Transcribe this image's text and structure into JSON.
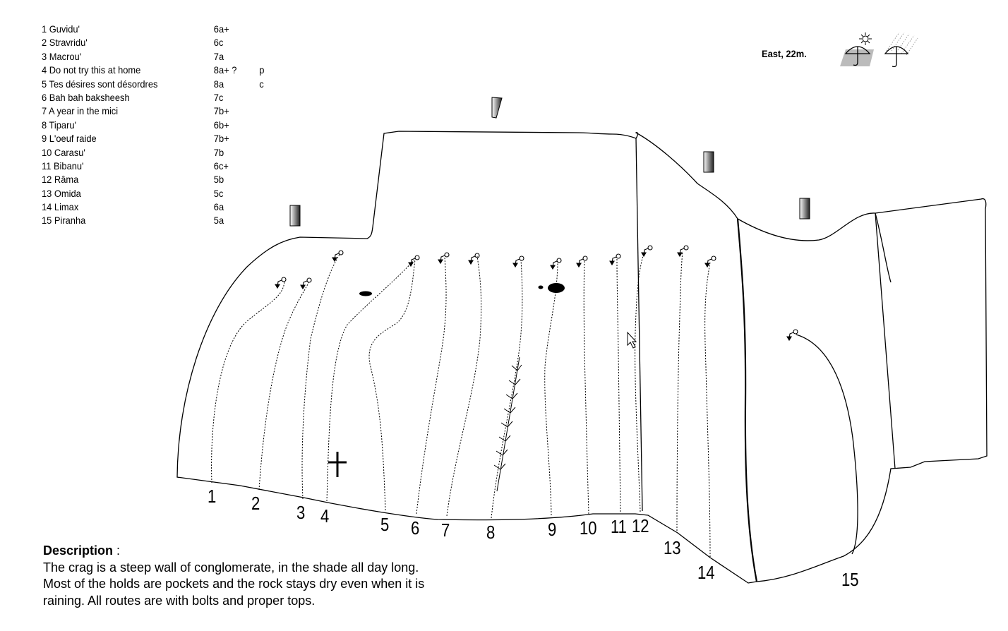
{
  "routes": [
    {
      "num": "1",
      "name": "Guvidu'",
      "grade": "6a+",
      "note": ""
    },
    {
      "num": "2",
      "name": "Stravridu'",
      "grade": "6c",
      "note": ""
    },
    {
      "num": "3",
      "name": "Macrou'",
      "grade": "7a",
      "note": ""
    },
    {
      "num": "4",
      "name": "Do not try this at home",
      "grade": "8a+ ?",
      "note": "p"
    },
    {
      "num": "5",
      "name": "Tes désires sont désordres",
      "grade": "8a",
      "note": "c"
    },
    {
      "num": "6",
      "name": "Bah bah baksheesh",
      "grade": "7c",
      "note": ""
    },
    {
      "num": "7",
      "name": "A year in the mici",
      "grade": "7b+",
      "note": ""
    },
    {
      "num": "8",
      "name": "Tiparu'",
      "grade": "6b+",
      "note": ""
    },
    {
      "num": "9",
      "name": "L'oeuf raide",
      "grade": "7b+",
      "note": ""
    },
    {
      "num": "10",
      "name": "Carasu'",
      "grade": "7b",
      "note": ""
    },
    {
      "num": "11",
      "name": "Bibanu'",
      "grade": "6c+",
      "note": ""
    },
    {
      "num": "12",
      "name": "Râma",
      "grade": "5b",
      "note": ""
    },
    {
      "num": "13",
      "name": "Omida",
      "grade": "5c",
      "note": ""
    },
    {
      "num": "14",
      "name": "Limax",
      "grade": "6a",
      "note": ""
    },
    {
      "num": "15",
      "name": "Piranha",
      "grade": "5a",
      "note": ""
    }
  ],
  "aspect": "East, 22m.",
  "icons": {
    "sun": "sun-umbrella-icon",
    "rain": "rain-umbrella-icon"
  },
  "description": {
    "title": "Description",
    "suffix": " :",
    "lines": [
      "The crag is a steep wall of conglomerate, in the shade all day long.",
      "Most of the holds are pockets and the rock stays dry even when it is",
      "raining. All routes are with bolts and proper tops."
    ]
  }
}
